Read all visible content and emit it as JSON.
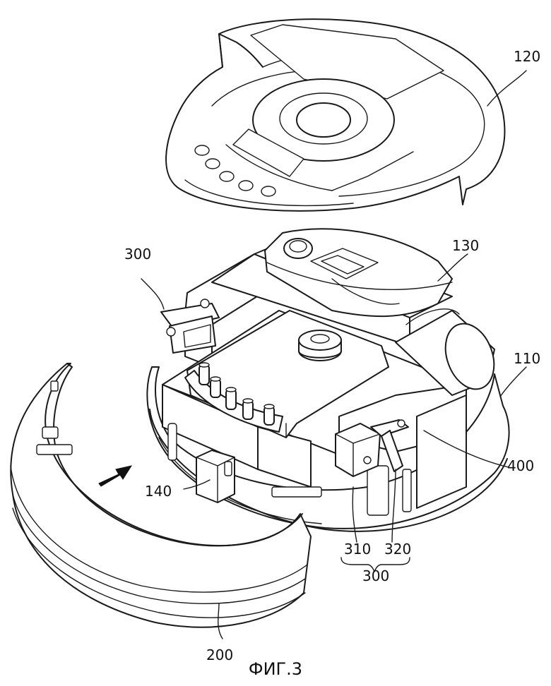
{
  "labels": {
    "cover": "120",
    "body": "110",
    "dust_bin": "130",
    "sensor_left": "140",
    "bumper": "200",
    "switch_unit_left": "300",
    "switch_unit_bottom": "300",
    "switch_part_a": "310",
    "switch_part_b": "320",
    "circuit_board": "400"
  },
  "caption": "ФИГ.3",
  "icons": {
    "arrow": "insertion-arrow-icon"
  }
}
